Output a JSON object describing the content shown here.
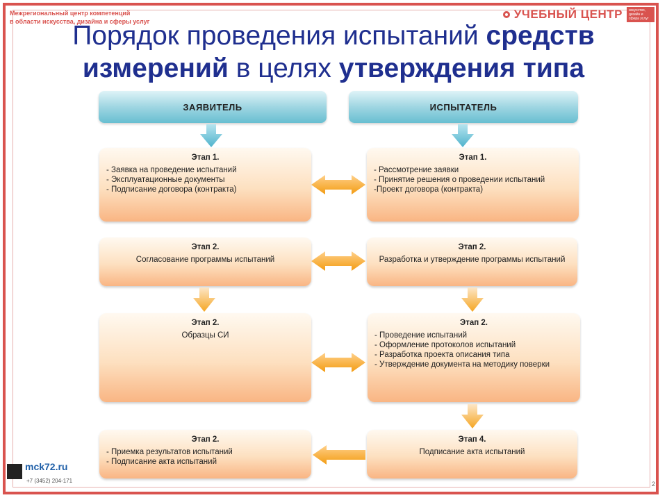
{
  "org": {
    "line1": "Межрегиональный центр компетенций",
    "line2": "в области искусства, дизайна и сферы услуг"
  },
  "logo": {
    "text": "УЧЕБНЫЙ ЦЕНТР",
    "tag": "искусство, дизайн и сфера услуг"
  },
  "title": {
    "p1": "Порядок проведения испытаний ",
    "p2": "средств измерений",
    "p3": " в целях ",
    "p4": "утверждения типа"
  },
  "headers": {
    "left": "ЗАЯВИТЕЛЬ",
    "right": "ИСПЫТАТЕЛЬ"
  },
  "left": [
    {
      "stage": "Этап 1.",
      "items": [
        "- Заявка на проведение испытаний",
        "- Эксплуатационные документы",
        "- Подписание договора (контракта)"
      ]
    },
    {
      "stage": "Этап 2.",
      "text": "Согласование программы испытаний"
    },
    {
      "stage": "Этап 2.",
      "text": "Образцы СИ"
    },
    {
      "stage": "Этап 2.",
      "items": [
        "- Приемка результатов испытаний",
        "- Подписание акта испытаний"
      ]
    }
  ],
  "right": [
    {
      "stage": "Этап 1.",
      "items": [
        "- Рассмотрение заявки",
        "- Принятие решения о проведении испытаний",
        "-Проект договора (контракта)"
      ]
    },
    {
      "stage": "Этап 2.",
      "text": "Разработка и утверждение программы испытаний"
    },
    {
      "stage": "Этап 2.",
      "items": [
        "- Проведение испытаний",
        "- Оформление протоколов испытаний",
        "- Разработка проекта описания типа",
        "- Утверждение документа на методику поверки"
      ]
    },
    {
      "stage": "Этап 4.",
      "text": "Подписание акта испытаний"
    }
  ],
  "footer": {
    "site": "mck72.ru",
    "phone": "+7 (3452) 204-171",
    "page": "2"
  },
  "colors": {
    "frame": "#d9534f",
    "title": "#1f2f8f",
    "header": "#68bfd1",
    "stage": "#f9b583",
    "arrow_orange": "#f5a623",
    "arrow_blue": "#5bbcd6"
  }
}
